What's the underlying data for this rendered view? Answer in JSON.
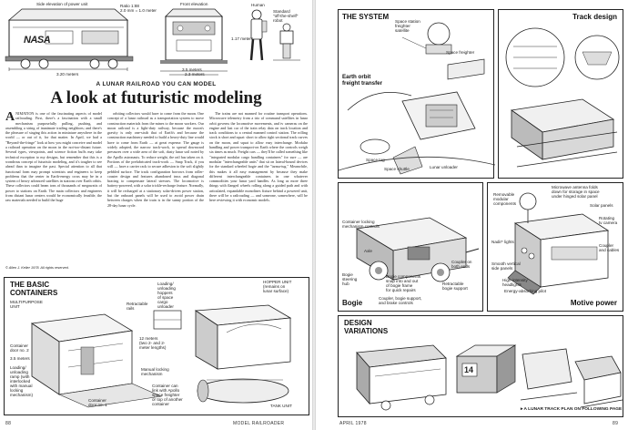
{
  "left_page": {
    "header_diagram": {
      "labels": {
        "side_elevation": "Side elevation of power unit",
        "ratio": "Ratio 1:88\n2.0 mm = 1.0 meter",
        "front_elevation": "Front elevation",
        "human": "Human",
        "standard_robot": "Standard\n\"off-the-shelf\"\nrobot",
        "dim_length": "3.20 meters",
        "dim_width_outer": "3.5 meters",
        "dim_width_inner": "2.3 meters",
        "dim_height": "1.17 meters",
        "logo": "NASA"
      }
    },
    "kicker": "A LUNAR RAILROAD YOU CAN MODEL",
    "headline": "A look at futuristic modeling",
    "article": {
      "col1": "ANIMATION is one of the fascinating aspects of model railroading. First, there's a fascination with a small mechanism purposefully pulling, pushing, and assembling a string of inanimate trailing neighbors; and there's the pleasure of staging this action in miniature anywhere in the world — or out of it, for that matter. In April, we had a \"Beyond-the-fringe\" look at how you might conceive and model a railroad operation on the moon in the not-too-distant future. Several types, viewpoints, and science fiction buffs may take technical exception to my designs, but remember that this is a wondrous concept of futuristic modeling, and it's tougher to see ahead than to imagine the past. Special attention to all that functional form may prompt scientists and engineers to keep problems that the center in Earth-energy cross may be in a system of heavy advanced satellites in stations over Earth orbits. These collectors could beam tons of thousands of megawatts of power to stations on Earth. The main collectors and engineers from distant lunar centers would be economically feasible, the raw materials needed to build the huge",
      "col1_credit": "© Allen J. Keller 1978. All rights reserved.",
      "col2": "orbiting collectors would have to come from the moon. One concept of a lunar railroad as a transportation system to move construction materials from the mines to the moon workers. Our moon railroad is a light-duty railway, because the moon's gravity is only one-sixth that of Earth's and because the construction machinery needed to build a heavy-duty line would have to come from Earth — at great expense. The gauge is widely adopted, the narrow track-work, to spread downward pressures over a wide area of the soft, dusty lunar soil noted by the Apollo astronauts. To reduce weight, the rail has taken on it. Portions of the prefabricated track-work — Snap Track, if you will — have a carrier rack to secure adhesion to the soft slightly pebbled surface. The track configuration borrows from roller-coaster design and features abandoned truss and diagonal bracing to compensate lateral stresses. The locomotive is battery-powered, with a solar trickle-recharge feature. Normally, it will be recharged at a stationary solar-driven power station, but the onboard panels will be used to avoid power drain between charges when the train is in the sunny portion of the 28-day lunar cycle.",
      "col3": "The trains are not manned for routine transport operations. Microwave telemetry from a trio of command satellites in lunar orbit governs the locomotive movements, and tv cameras on the engine and last car of the train relay data on track location and track conditions to a central manned control station. The rolling stock is short and squat: short to allow tight sectional track curves on the moon, and squat to allow easy interchange. Modular handling and power transport-on Earth where the controls weigh six times as much. Freight cars — they'll be called something like \"integrated modular cargo handling containers\" for sure — are modular \"interchangeable units\" that sit on lateral-bound devices for the standard wheeled bogie and the \"tarma-tug.\" Meanwhile, this makes it all easy management by because they make different interchangeable containers in one whatever commodities your lunar yard handles. As long as more three things with flanged wheels rolling along a guided path and with articulated, expandable monolines fixture behind a powered unit, there will be a railroading — and someone, somewhere, will be here reviewing it with economic models."
    },
    "containers_box": {
      "title": "THE BASIC\nCONTAINERS",
      "labels": {
        "multipurpose": "MULTIPURPOSE\nUNIT",
        "retractable": "Retractable\nrails",
        "loading_hatch": "Loading/\nunloading\nhoppers\nof space\ncargo\nunloader",
        "hopper": "HOPPER UNIT\n(remains on\nlunar surface)",
        "container_door_a": "Container\ndoor no. 2",
        "length_a": "3.5 meters",
        "loading_ramp": "Loading/\nunloading\nramp (with\ninterlocked\nwith manual\nlocking\nmechanism)",
        "meters_a": "12 meters\n(two 2- and 2-\nmeter lengths)",
        "manual_locking": "Manual locking\nmechanism",
        "container_door_b": "Container\ndoor no. 1",
        "container_scan": "Container can\nlink with Apollo\nspace freighter\nor top of another\ncontainer",
        "tank": "TANK UNIT"
      }
    },
    "folio_page": "88",
    "folio_mag": "MODEL RAILROADER"
  },
  "right_page": {
    "system_box": {
      "title": "THE SYSTEM",
      "labels": {
        "space_station": "Space station\nfreighter\nsatellite",
        "space_freighter": "Space freighter",
        "earth_orbit": "Earth orbit\nfreight transfer",
        "space_tug": "Space tug",
        "space_shuttle": "Space shuttle",
        "lunar_unloader": "Lunar unloader"
      }
    },
    "track_box": {
      "title": "Track design"
    },
    "bogie_box": {
      "title": "Bogie",
      "labels": {
        "container_lock": "Container locking\nmechanism controls",
        "axle": "Axle",
        "bogie_hub": "Bogie\nsteering\nhub",
        "components": "Bogie components\nsnap into and out\nof bogie frame\nfor quick repairs",
        "coupler": "Coupler, bogie support,\nand brake controls",
        "retractable_support": "Retractable\nbogie support",
        "coupler_each": "Coupler on\nboth ends"
      }
    },
    "motive_box": {
      "title": "Motive power",
      "labels": {
        "removable": "Removable\nmodular\ncomponents",
        "microwave": "Microwave antenna folds\ndown for storage in space\nunder hinged solar panel",
        "solar_panels": "Solar panels",
        "rotating": "Rotating\ntv camera",
        "nadir": "Nadir* lights",
        "coupler_cables": "Coupler\nand cables",
        "smooth_vertical": "Smooth vertical\nside panels",
        "high_intensity": "High-intensity\nheadlights",
        "energy_absorbing": "Energy-absorbing pilot"
      }
    },
    "variations_box": {
      "title": "DESIGN\nVARIATIONS",
      "caption": "▸ A LUNAR TRACK PLAN ON FOLLOWING PAGE"
    },
    "folio_date": "APRIL 1978",
    "folio_page": "89"
  }
}
